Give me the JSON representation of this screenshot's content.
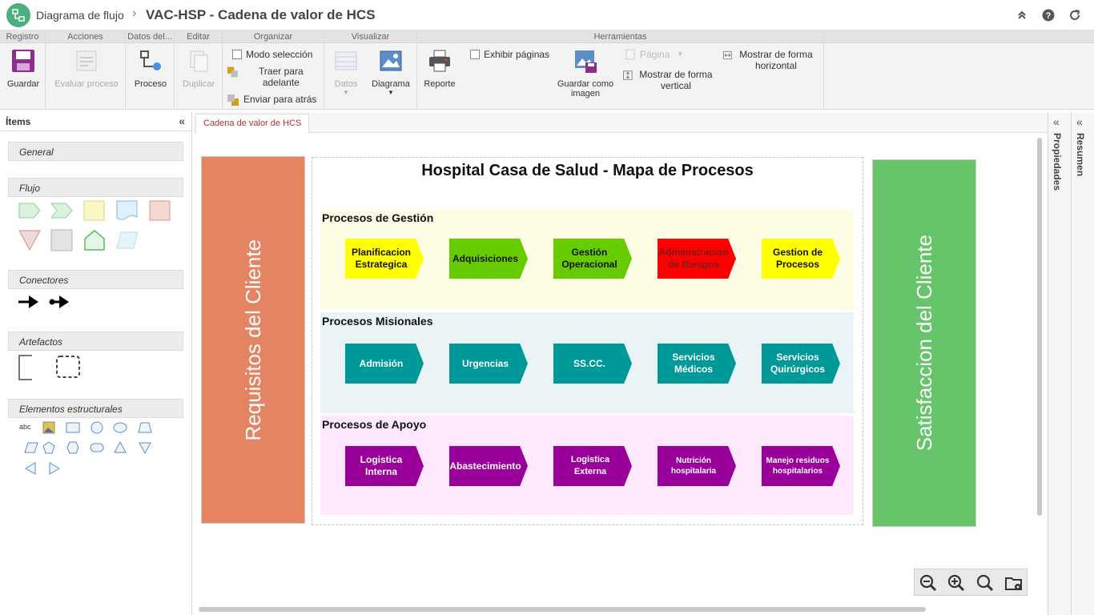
{
  "header": {
    "breadcrumb_root": "Diagrama de flujo",
    "separator": "›",
    "title": "VAC-HSP - Cadena de valor de HCS"
  },
  "ribbon": {
    "groups": {
      "registro": "Registro",
      "acciones": "Acciones",
      "datos": "Datos del...",
      "editar": "Editar",
      "organizar": "Organizar",
      "visualizar": "Visualizar",
      "herramientas": "Herramientas"
    },
    "buttons": {
      "guardar": "Guardar",
      "evaluar": "Evaluar proceso",
      "proceso": "Proceso",
      "duplicar": "Duplicar",
      "modo_seleccion": "Modo selección",
      "traer_adelante": "Traer para adelante",
      "enviar_atras": "Enviar para atrás",
      "datos": "Datos",
      "diagrama": "Diagrama",
      "reporte": "Reporte",
      "exhibir_paginas": "Exhibir páginas",
      "guardar_imagen": "Guardar como imagen",
      "pagina": "Página",
      "mostrar_vertical": "Mostrar de forma vertical",
      "mostrar_horizontal": "Mostrar de forma horizontal"
    }
  },
  "left_panel": {
    "title": "Ítems",
    "categories": [
      "General",
      "Flujo",
      "Conectores",
      "Artefactos",
      "Elementos estructurales"
    ],
    "abc_label": "abc"
  },
  "tab": {
    "label": "Cadena de valor de HCS"
  },
  "right_panels": {
    "properties": "Propiedades",
    "summary": "Resumen"
  },
  "diagram": {
    "title": "Hospital Casa de Salud - Mapa de Procesos",
    "left_bar": "Requisitos del Cliente",
    "right_bar": "Satisfaccion del Cliente",
    "lanes": [
      {
        "title": "Procesos de Gestión",
        "background": "#fdfde6",
        "items": [
          {
            "label": "Planificacion Estrategica",
            "bg": "#ffff00",
            "fg": "#111111"
          },
          {
            "label": "Adquisiciones",
            "bg": "#66cc00",
            "fg": "#111111"
          },
          {
            "label": "Gestión Operacional",
            "bg": "#66cc00",
            "fg": "#111111"
          },
          {
            "label": "Administracion de Riesgos",
            "bg": "#ff0000",
            "fg": "#7a1c1c"
          },
          {
            "label": "Gestion de Procesos",
            "bg": "#ffff00",
            "fg": "#111111"
          }
        ]
      },
      {
        "title": "Procesos Misionales",
        "background": "#eaf4f6",
        "items": [
          {
            "label": "Admisión",
            "bg": "#009999",
            "fg": "#ffffff"
          },
          {
            "label": "Urgencias",
            "bg": "#009999",
            "fg": "#ffffff"
          },
          {
            "label": "SS.CC.",
            "bg": "#009999",
            "fg": "#ffffff"
          },
          {
            "label": "Servicios Médicos",
            "bg": "#009999",
            "fg": "#ffffff"
          },
          {
            "label": "Servicios Quirúrgicos",
            "bg": "#009999",
            "fg": "#ffffff"
          }
        ]
      },
      {
        "title": "Procesos de Apoyo",
        "background": "#fde8fd",
        "items": [
          {
            "label": "Logistica Interna",
            "bg": "#990099",
            "fg": "#ffffff"
          },
          {
            "label": "Abastecimiento",
            "bg": "#990099",
            "fg": "#ffffff"
          },
          {
            "label": "Logistica Externa",
            "bg": "#990099",
            "fg": "#ffffff"
          },
          {
            "label": "Nutrición hospitalaria",
            "bg": "#990099",
            "fg": "#ffffff"
          },
          {
            "label": "Manejo residuos hospitalarios",
            "bg": "#990099",
            "fg": "#ffffff"
          }
        ]
      }
    ]
  },
  "zoom_toolbar": {
    "icons": [
      "zoom-out-icon",
      "zoom-in-icon",
      "zoom-fit-icon",
      "folder-settings-icon"
    ]
  }
}
